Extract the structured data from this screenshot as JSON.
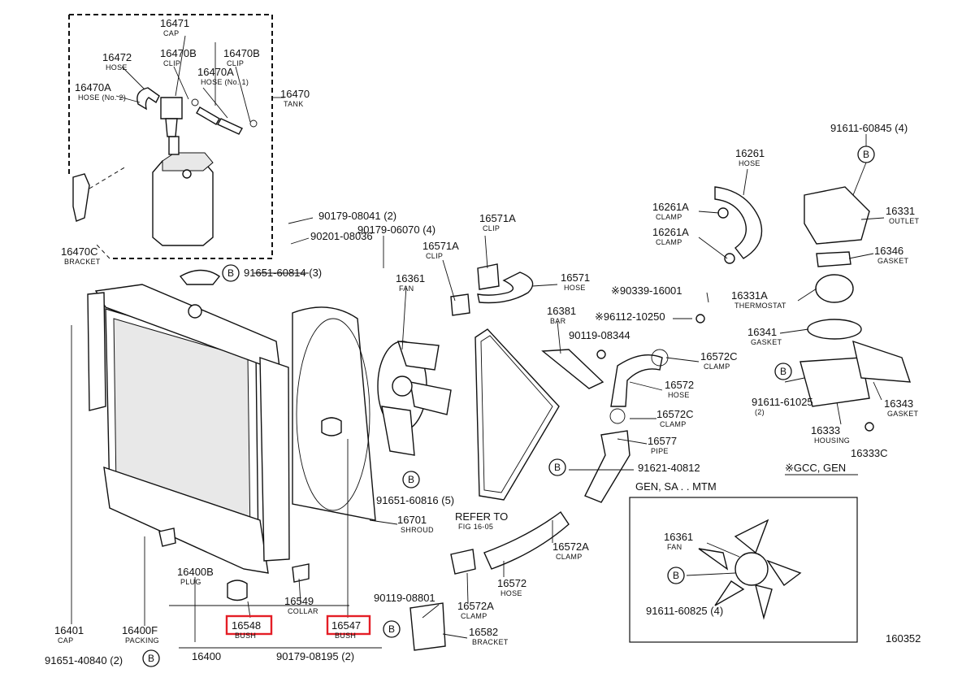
{
  "diagram_code": "160352",
  "variant_note": "※GCC, GEN",
  "inset_title": "GEN, SA . . MTM",
  "circle_letter": "B",
  "highlight_color": "#e41e26",
  "callouts": [
    {
      "id": "c16471",
      "num": "16471",
      "name": "CAP"
    },
    {
      "id": "c16472",
      "num": "16472",
      "name": "HOSE"
    },
    {
      "id": "c16470b1",
      "num": "16470B",
      "name": "CLIP"
    },
    {
      "id": "c16470b2",
      "num": "16470B",
      "name": "CLIP"
    },
    {
      "id": "c16470a1",
      "num": "16470A",
      "name": "HOSE (No. 2)"
    },
    {
      "id": "c16470a2",
      "num": "16470A",
      "name": "HOSE (No. 1)"
    },
    {
      "id": "c16470",
      "num": "16470",
      "name": "TANK"
    },
    {
      "id": "c16470c",
      "num": "16470C",
      "name": "BRACKET"
    },
    {
      "id": "c90179a",
      "num": "90179-08041 (2)",
      "name": ""
    },
    {
      "id": "c90201",
      "num": "90201-08036",
      "name": ""
    },
    {
      "id": "c91651a",
      "num": "91651-60814 (3)",
      "name": ""
    },
    {
      "id": "c90179b",
      "num": "90179-06070 (4)",
      "name": ""
    },
    {
      "id": "c16571a1",
      "num": "16571A",
      "name": "CLIP"
    },
    {
      "id": "c16571a2",
      "num": "16571A",
      "name": "CLIP"
    },
    {
      "id": "c16361",
      "num": "16361",
      "name": "FAN"
    },
    {
      "id": "c16571",
      "num": "16571",
      "name": "HOSE"
    },
    {
      "id": "c16381",
      "num": "16381",
      "name": "BAR"
    },
    {
      "id": "c90119a",
      "num": "90119-08344",
      "name": ""
    },
    {
      "id": "c16572c1",
      "num": "16572C",
      "name": "CLAMP"
    },
    {
      "id": "c16572",
      "num": "16572",
      "name": "HOSE"
    },
    {
      "id": "c16572c2",
      "num": "16572C",
      "name": "CLAMP"
    },
    {
      "id": "c16577",
      "num": "16577",
      "name": "PIPE"
    },
    {
      "id": "c91621",
      "num": "91621-40812",
      "name": ""
    },
    {
      "id": "c91651b",
      "num": "91651-60816 (5)",
      "name": ""
    },
    {
      "id": "c16701",
      "num": "16701",
      "name": "SHROUD"
    },
    {
      "id": "crefer",
      "num": "REFER TO",
      "name": "FIG 16-05"
    },
    {
      "id": "c16572a1",
      "num": "16572A",
      "name": "CLAMP"
    },
    {
      "id": "c16572b",
      "num": "16572",
      "name": "HOSE"
    },
    {
      "id": "c16572a2",
      "num": "16572A",
      "name": "CLAMP"
    },
    {
      "id": "c90119b",
      "num": "90119-08801",
      "name": ""
    },
    {
      "id": "c16582",
      "num": "16582",
      "name": "BRACKET"
    },
    {
      "id": "c90179c",
      "num": "90179-08195 (2)",
      "name": ""
    },
    {
      "id": "c16400b",
      "num": "16400B",
      "name": "PLUG"
    },
    {
      "id": "c16549",
      "num": "16549",
      "name": "COLLAR"
    },
    {
      "id": "c16548",
      "num": "16548",
      "name": "BUSH",
      "highlighted": true
    },
    {
      "id": "c16547",
      "num": "16547",
      "name": "BUSH",
      "highlighted": true
    },
    {
      "id": "c16401",
      "num": "16401",
      "name": "CAP"
    },
    {
      "id": "c16400f",
      "num": "16400F",
      "name": "PACKING"
    },
    {
      "id": "c91651c",
      "num": "91651-40840 (2)",
      "name": ""
    },
    {
      "id": "c16400",
      "num": "16400",
      "name": ""
    },
    {
      "id": "c91611a",
      "num": "91611-60845 (4)",
      "name": ""
    },
    {
      "id": "c16261",
      "num": "16261",
      "name": "HOSE"
    },
    {
      "id": "c16261a1",
      "num": "16261A",
      "name": "CLAMP"
    },
    {
      "id": "c16261a2",
      "num": "16261A",
      "name": "CLAMP"
    },
    {
      "id": "c16331",
      "num": "16331",
      "name": "OUTLET"
    },
    {
      "id": "c16346",
      "num": "16346",
      "name": "GASKET"
    },
    {
      "id": "c90339",
      "num": "※90339-16001",
      "name": ""
    },
    {
      "id": "c16331a",
      "num": "16331A",
      "name": "THERMOSTAT"
    },
    {
      "id": "c96112",
      "num": "※96112-10250",
      "name": ""
    },
    {
      "id": "c16341",
      "num": "16341",
      "name": "GASKET"
    },
    {
      "id": "c91611b",
      "num": "91611-61025",
      "name": "(2)"
    },
    {
      "id": "c16343",
      "num": "16343",
      "name": "GASKET"
    },
    {
      "id": "c16333",
      "num": "16333",
      "name": "HOUSING"
    },
    {
      "id": "c16333c",
      "num": "16333C",
      "name": ""
    },
    {
      "id": "c16361b",
      "num": "16361",
      "name": "FAN"
    },
    {
      "id": "c91611c",
      "num": "91611-60825 (4)",
      "name": ""
    }
  ]
}
